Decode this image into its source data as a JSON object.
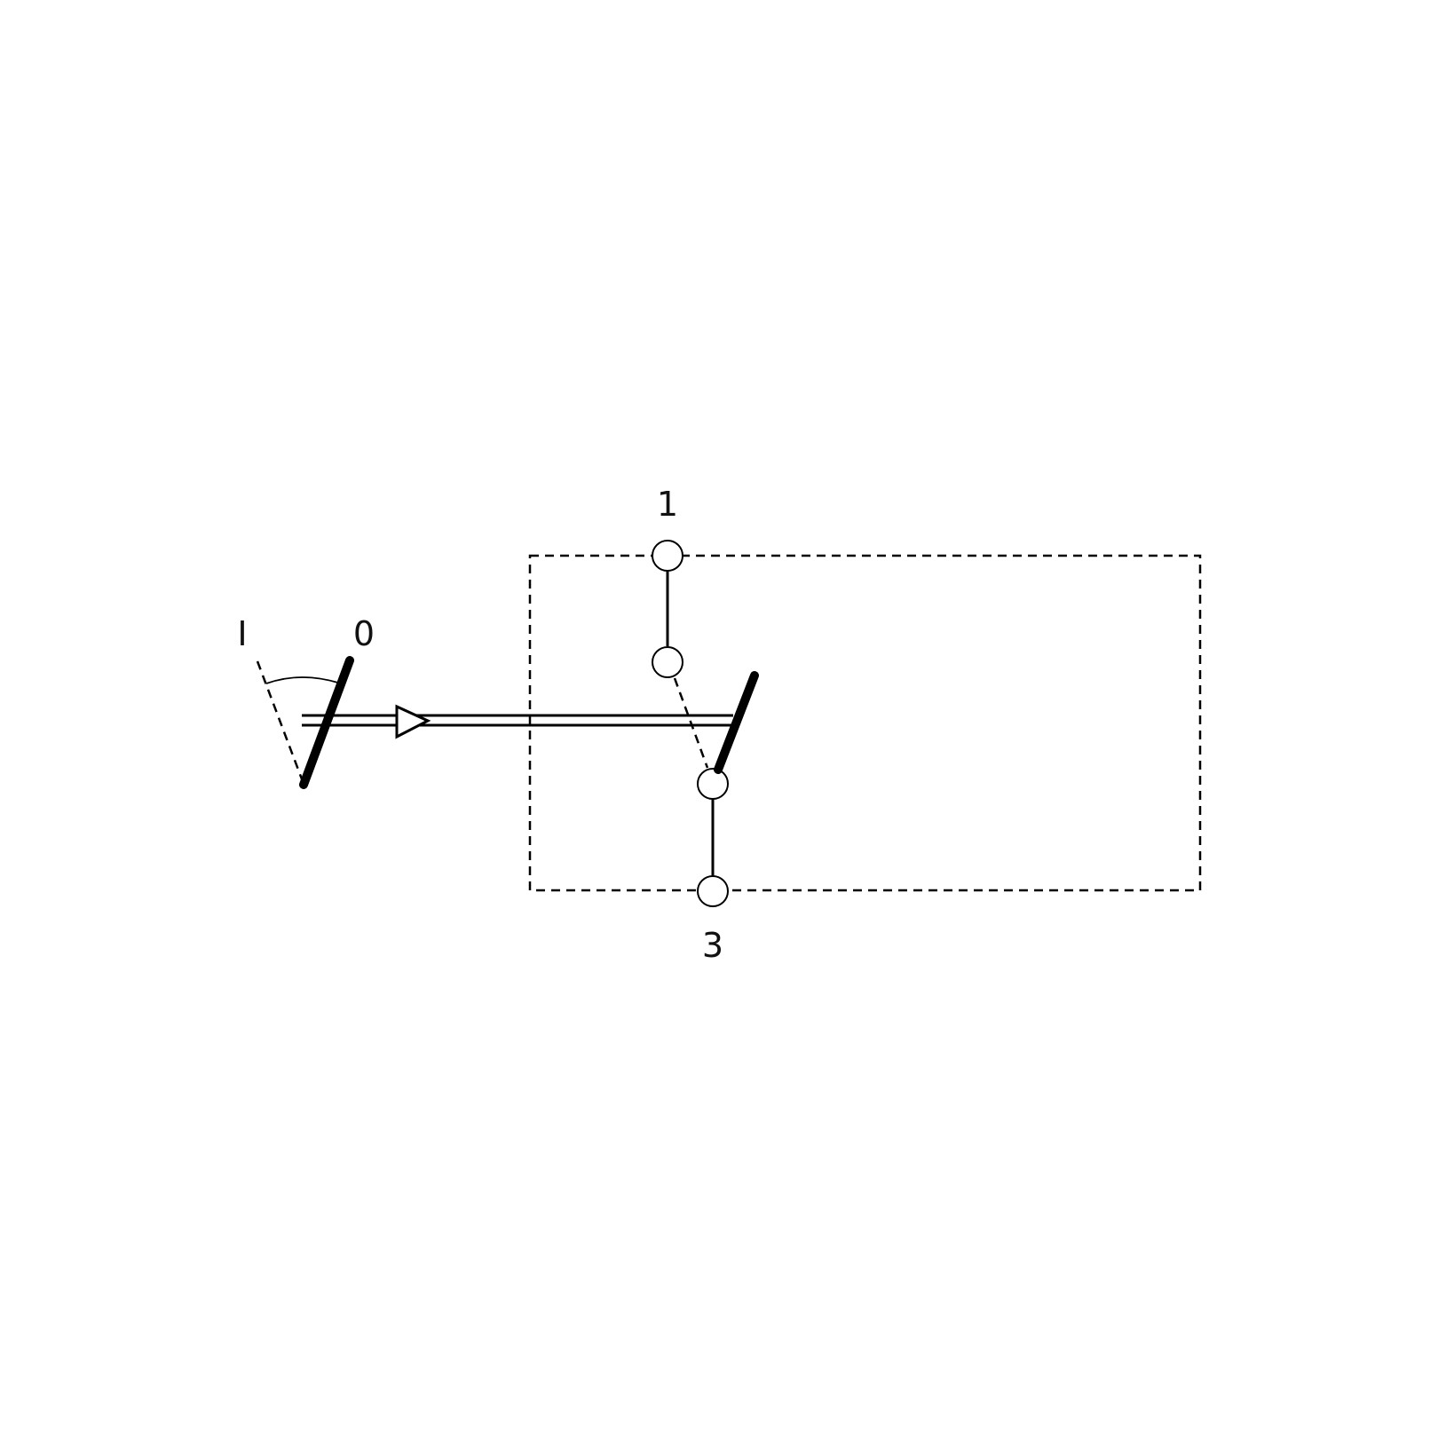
{
  "labels": {
    "position_on": "I",
    "position_off": "0",
    "terminal_top": "1",
    "terminal_bottom": "3"
  },
  "colors": {
    "line": "#000000",
    "background": "#ffffff"
  }
}
